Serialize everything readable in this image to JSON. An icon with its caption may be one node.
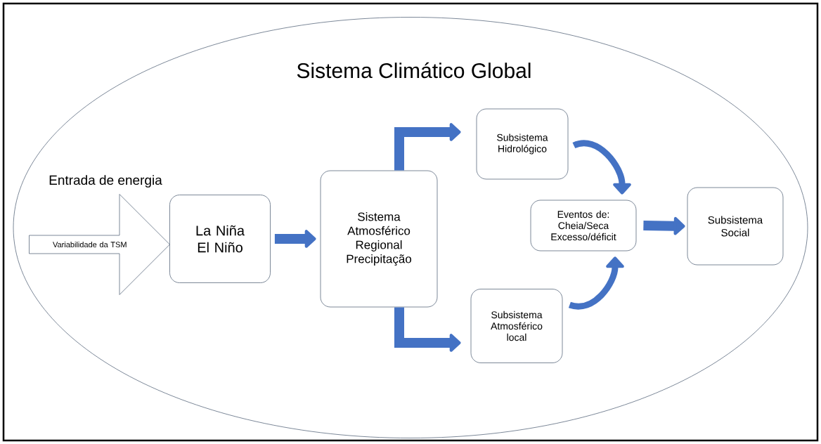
{
  "diagram": {
    "nodes": [
      {
        "text": [
          "Sistema Climático Global"
        ]
      },
      {
        "text": [
          "Variabilidade da TSM"
        ],
        "beside": [
          "Entrada de energia"
        ],
        "in": 0
      },
      {
        "text": [
          "La Niña El Niño"
        ],
        "in": 0
      },
      {
        "text": [
          "Sistema Atmosférico Regional Precipitação"
        ],
        "in": 0
      },
      {
        "text": [
          "Subsistema Hidrológico"
        ],
        "in": 0
      },
      {
        "text": [
          "Subsistema Atmosférico local"
        ],
        "in": 0
      },
      {
        "text": [
          "Eventos de: Cheia/Seca Excesso/déficit"
        ],
        "in": 0
      },
      {
        "text": [
          "Subsistema Social"
        ],
        "in": 0
      }
    ],
    "edges": [
      {
        "from": 2,
        "to": 3,
        "arrow": "to"
      },
      {
        "from": 3,
        "to": 4,
        "arrow": "to"
      },
      {
        "from": 3,
        "to": 5,
        "arrow": "to"
      },
      {
        "from": 4,
        "to": 6,
        "arrow": "to"
      },
      {
        "from": 5,
        "to": 6,
        "arrow": "to"
      },
      {
        "from": 6,
        "to": 7,
        "arrow": "to"
      }
    ]
  }
}
